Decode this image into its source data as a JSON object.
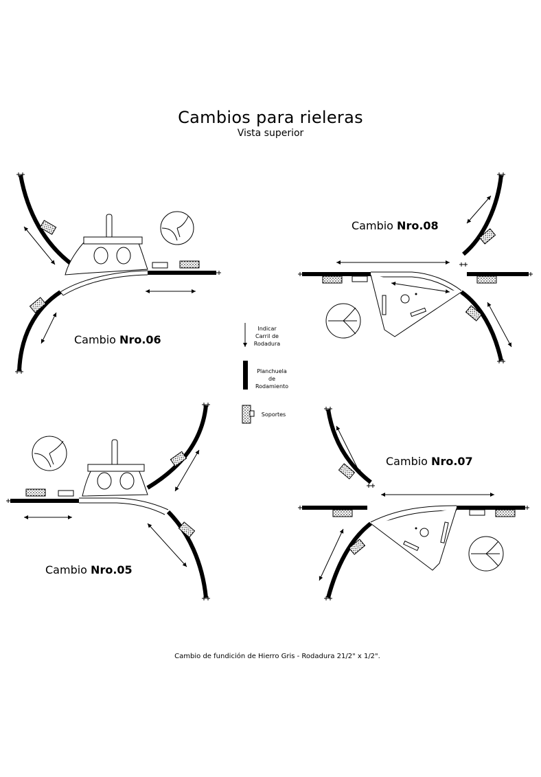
{
  "header": {
    "title": "Cambios para rieleras",
    "subtitle": "Vista superior"
  },
  "switches": {
    "s06": {
      "prefix": "Cambio",
      "number": "Nro.06"
    },
    "s08": {
      "prefix": "Cambio",
      "number": "Nro.08"
    },
    "s05": {
      "prefix": "Cambio",
      "number": "Nro.05"
    },
    "s07": {
      "prefix": "Cambio",
      "number": "Nro.07"
    }
  },
  "legend": {
    "arrow": {
      "line1": "Indicar",
      "line2": "Carril de",
      "line3": "Rodadura"
    },
    "bar": {
      "line1": "Planchuela",
      "line2": "de",
      "line3": "Rodamiento"
    },
    "support": {
      "label": "Soportes"
    }
  },
  "footnote": {
    "text": "Cambio de fundición de Hierro Gris - Rodadura 2",
    "frac1": "1/2",
    "mid": "\" x ",
    "frac2": "1/2",
    "end": "\"."
  },
  "colors": {
    "ink": "#000000",
    "paper": "#ffffff"
  }
}
